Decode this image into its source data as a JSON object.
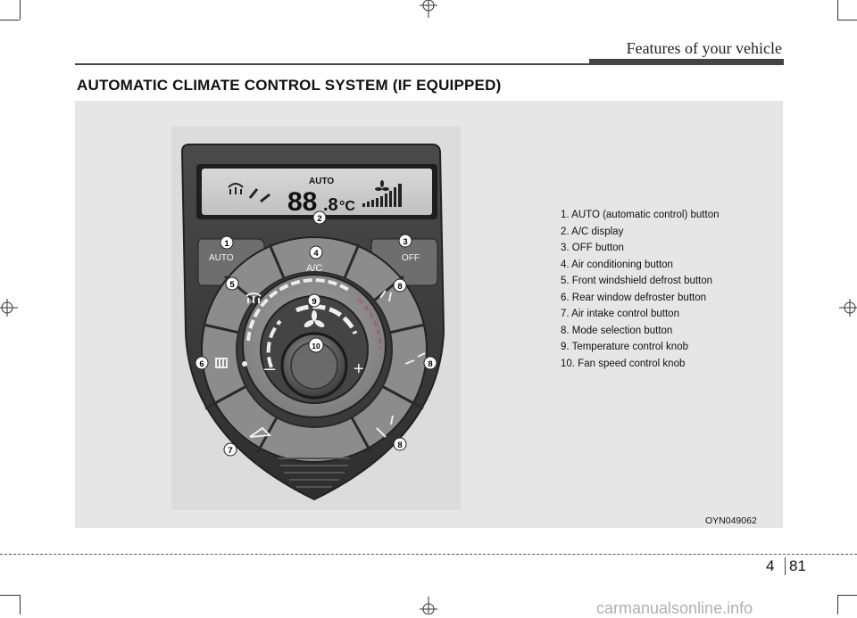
{
  "header": {
    "title": "Features of your vehicle"
  },
  "section": {
    "title": "AUTOMATIC CLIMATE CONTROL SYSTEM (IF EQUIPPED)"
  },
  "figure": {
    "code": "OYN049062",
    "display": {
      "mode": "AUTO",
      "temp_main": "88",
      "temp_decimal": ".8",
      "unit": "°C"
    },
    "buttons": {
      "auto": "AUTO",
      "off": "OFF",
      "ac": "A/C",
      "minus": "–",
      "plus": "+"
    },
    "callouts": [
      "1",
      "2",
      "3",
      "4",
      "5",
      "6",
      "7",
      "8",
      "8",
      "8",
      "9",
      "10"
    ]
  },
  "legend": [
    "1. AUTO (automatic control) button",
    "2. A/C display",
    "3. OFF button",
    "4. Air conditioning button",
    "5. Front windshield defrost button",
    "6. Rear window defroster button",
    "7. Air intake control button",
    "8. Mode selection button",
    "9. Temperature control knob",
    "10. Fan speed control knob"
  ],
  "footer": {
    "section_number": "4",
    "page_number": "81"
  },
  "watermark": "carmanualsonline.info"
}
